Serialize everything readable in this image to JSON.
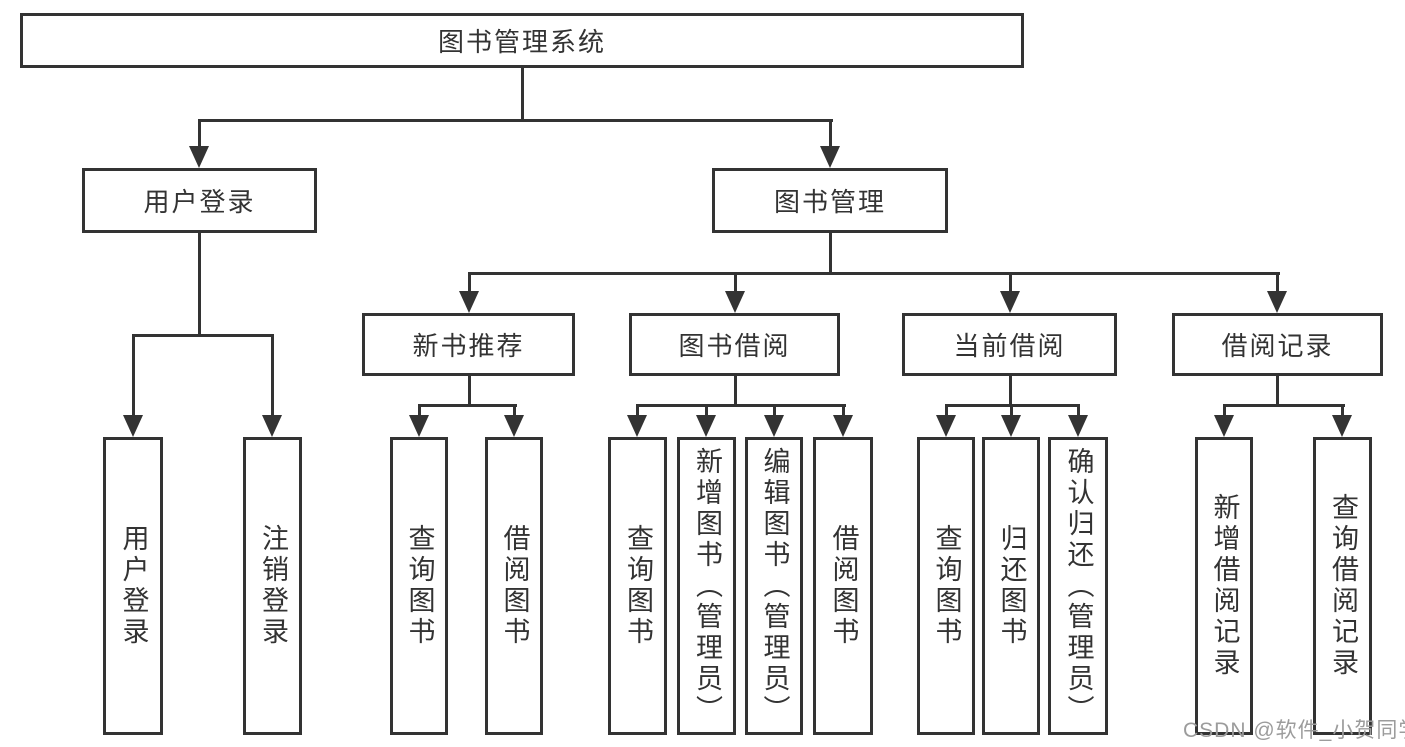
{
  "colors": {
    "line": "#333333",
    "text": "#333333",
    "background": "#ffffff",
    "watermark": "#9c9c9c"
  },
  "tree": {
    "root": {
      "label": "图书管理系统"
    },
    "level2": [
      {
        "label": "用户登录",
        "leaves": [
          "用户登录",
          "注销登录"
        ]
      },
      {
        "label": "图书管理",
        "sections": [
          {
            "label": "新书推荐",
            "leaves": [
              "查询图书",
              "借阅图书"
            ]
          },
          {
            "label": "图书借阅",
            "leaves": [
              "查询图书",
              "新增图书（管理员）",
              "编辑图书（管理员）",
              "借阅图书"
            ]
          },
          {
            "label": "当前借阅",
            "leaves": [
              "查询图书",
              "归还图书",
              "确认归还（管理员）"
            ]
          },
          {
            "label": "借阅记录",
            "leaves": [
              "新增借阅记录",
              "查询借阅记录"
            ]
          }
        ]
      }
    ]
  },
  "watermark": {
    "text": "CSDN @软件_小贺同学"
  }
}
